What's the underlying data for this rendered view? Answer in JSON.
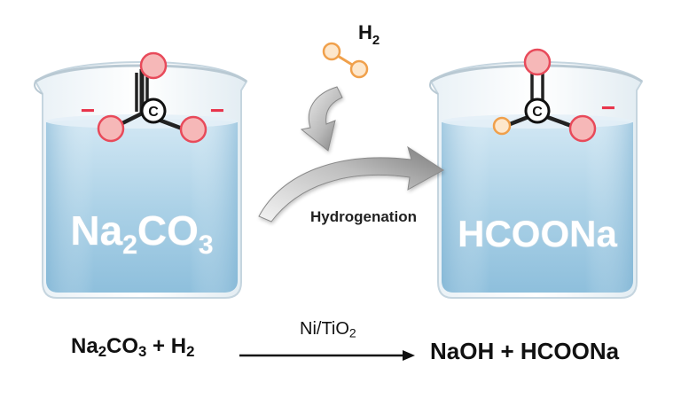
{
  "beakers": [
    {
      "id": "left",
      "label": {
        "base1": "Na",
        "sub1": "2",
        "base2": "CO",
        "sub2": "3"
      },
      "charges": [
        "−",
        "−"
      ]
    },
    {
      "id": "right",
      "label": {
        "base1": "HCOONa",
        "sub1": "",
        "base2": "",
        "sub2": ""
      },
      "charges": [
        "−"
      ]
    }
  ],
  "carbon_label": "C",
  "h2_label": {
    "base": "H",
    "sub": "2"
  },
  "process_label": "Hydrogenation",
  "equation": {
    "left": {
      "a": "Na",
      "a_sub": "2",
      "b": "CO",
      "b_sub": "3",
      "c": " + H",
      "c_sub": "2"
    },
    "catalyst": {
      "base": "Ni/TiO",
      "sub": "2"
    },
    "right": "NaOH + HCOONa"
  },
  "colors": {
    "oxygen_fill": "#f6b8b8",
    "oxygen_stroke": "#e84a5a",
    "hydrogen_fill": "#fde7cc",
    "hydrogen_stroke": "#f0a04b",
    "charge": "#e8334a",
    "liquid_top": "#c9e1f0",
    "liquid_bottom": "#8fbfdb",
    "arrow_dark": "#8a8a8a",
    "arrow_light": "#f2f2f2"
  }
}
